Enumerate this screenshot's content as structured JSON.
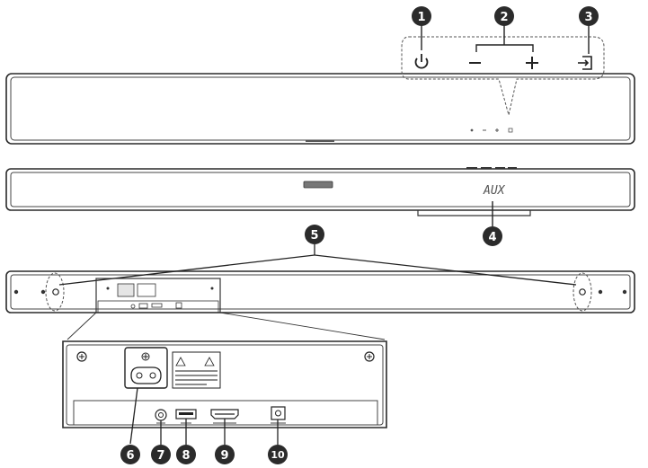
{
  "display_text": "AUX",
  "callouts": [
    {
      "number": "1"
    },
    {
      "number": "2"
    },
    {
      "number": "3"
    },
    {
      "number": "4"
    },
    {
      "number": "5"
    },
    {
      "number": "6"
    },
    {
      "number": "7"
    },
    {
      "number": "8"
    },
    {
      "number": "9"
    },
    {
      "number": "10"
    }
  ],
  "top_controls": {
    "power_symbol": "⏻",
    "volume_down_symbol": "−",
    "volume_up_symbol": "+",
    "source_symbol": "⇥"
  },
  "icons": [
    "power-icon",
    "volume-down-icon",
    "volume-up-icon",
    "source-icon",
    "screw-icon",
    "ac-power-socket-icon",
    "warning-icon",
    "hdmi-port-icon",
    "usb-port-icon",
    "aux-jack-icon",
    "optical-port-icon"
  ]
}
